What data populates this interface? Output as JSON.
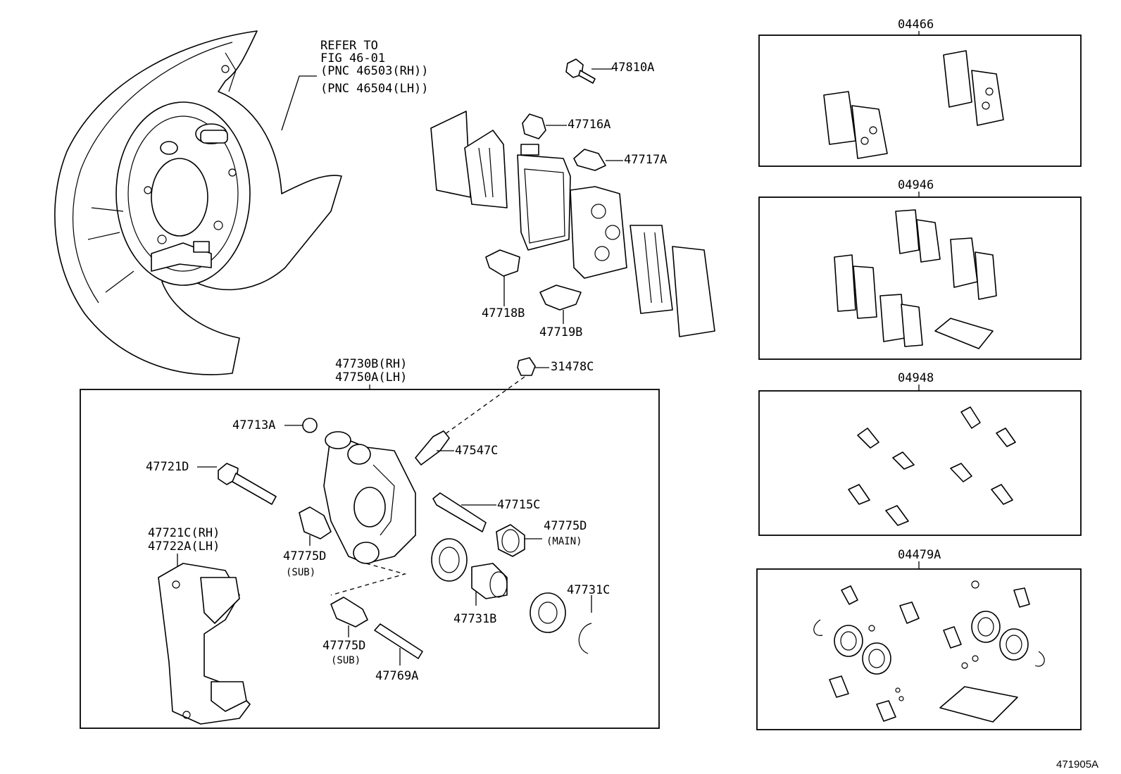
{
  "figure_id": "471905A",
  "note": {
    "line1": "REFER TO",
    "line2": "FIG 46-01",
    "line3": "(PNC 46503(RH))",
    "line4": "(PNC 46504(LH))"
  },
  "parts": {
    "p47810A": "47810A",
    "p47716A": "47716A",
    "p47717A": "47717A",
    "p47718B": "47718B",
    "p47719B": "47719B",
    "p31478C": "31478C",
    "p47730B": "47730B(RH)",
    "p47750A": "47750A(LH)",
    "p47713A": "47713A",
    "p47547C": "47547C",
    "p47721D": "47721D",
    "p47715C": "47715C",
    "p47775D_main": "47775D",
    "main_tag": "(MAIN)",
    "p47775D_sub1": "47775D",
    "sub_tag1": "(SUB)",
    "p47721C": "47721C(RH)",
    "p47722A": "47722A(LH)",
    "p47731C": "47731C",
    "p47731B": "47731B",
    "p47775D_sub2": "47775D",
    "sub_tag2": "(SUB)",
    "p47769A": "47769A"
  },
  "kits": [
    {
      "code": "04466"
    },
    {
      "code": "04946"
    },
    {
      "code": "04948"
    },
    {
      "code": "04479A"
    }
  ]
}
